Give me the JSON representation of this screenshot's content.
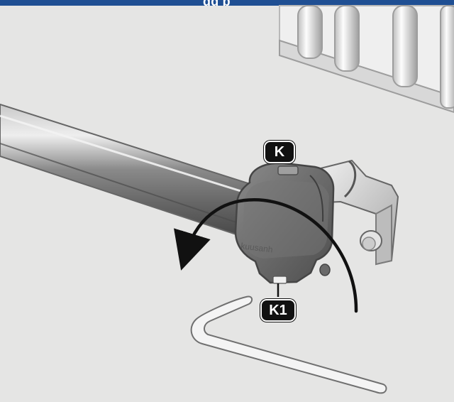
{
  "header": {
    "banner_text": "gg p"
  },
  "labels": {
    "k": "K",
    "k1": "K1"
  },
  "colors": {
    "banner": "#1f4f93",
    "wall": "#e5e5e4",
    "callout_bg": "#111111",
    "callout_text": "#ffffff",
    "arrow": "#111111"
  },
  "icons": {
    "rotation_arrow": "curved-arrow-icon",
    "tool": "allen-key-icon"
  }
}
